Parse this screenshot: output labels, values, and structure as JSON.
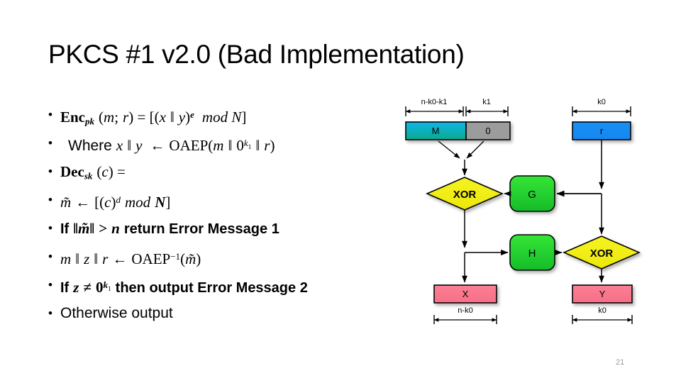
{
  "slide": {
    "title": "PKCS #1 v2.0 (Bad Implementation)",
    "page_number": "21"
  },
  "bullets": [
    {
      "id": "enc-definition",
      "marker": "•",
      "text": "Enc_pk (m; r) = [(x ‖ y)^e  mod N]"
    },
    {
      "id": "oaep-where",
      "marker": "•",
      "text": "Where x ‖ y ← OAEP(m ‖ 0^k1 ‖ r)"
    },
    {
      "id": "dec-definition",
      "marker": "•",
      "text": "Dec_sk (c) ="
    },
    {
      "id": "m-tilde-assign",
      "marker": "•",
      "text": "m̃ ← [(c)^d mod N]"
    },
    {
      "id": "error-message-1",
      "marker": "•",
      "text": "If ‖m̃‖ > n return Error Message 1"
    },
    {
      "id": "oaep-inverse",
      "marker": "•",
      "text": "m ‖ z ‖ r ← OAEP^-1(m̃)"
    },
    {
      "id": "error-message-2",
      "marker": "•",
      "text": "If z ≠ 0^k1 then output Error Message 2"
    },
    {
      "id": "otherwise-output",
      "marker": "•",
      "text": "Otherwise output"
    }
  ],
  "diagram": {
    "name": "OAEP encoding diagram",
    "dimension_labels": {
      "message_block": "n-k0-k1",
      "zero_padding": "k1",
      "randomness": "k0",
      "x_output": "n-k0",
      "y_output": "k0"
    },
    "nodes": {
      "message_box": "M",
      "zero_box": "0",
      "random_box": "r",
      "xor_left": "XOR",
      "xor_right": "XOR",
      "hash_g": "G",
      "hash_h": "H",
      "x_box": "X",
      "y_box": "Y"
    },
    "colors": {
      "message_box_start": "#0fb6e8",
      "message_box_end": "#11a98c",
      "zero_box": "#9c9c9c",
      "random_box": "#1a90f5",
      "xor_fill": "#f3ef15",
      "hash_fill_start": "#35e635",
      "hash_fill_end": "#16bb2a",
      "output_box": "#f9798f",
      "stroke": "#000000"
    }
  }
}
